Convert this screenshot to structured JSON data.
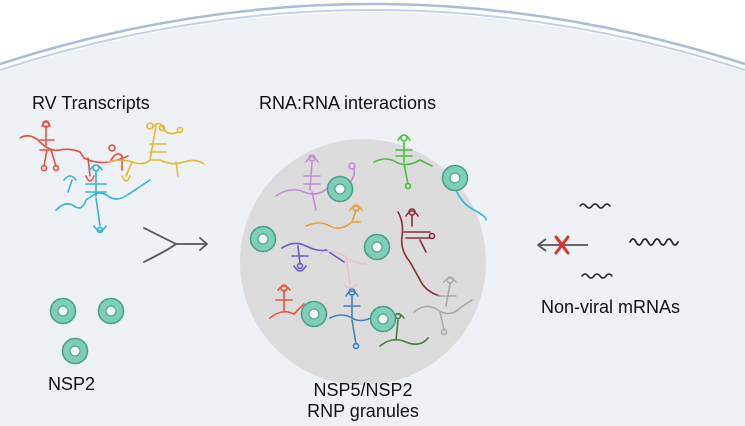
{
  "labels": {
    "rv_transcripts": "RV Transcripts",
    "rna_interactions": "RNA:RNA interactions",
    "nsp2": "NSP2",
    "granules_line1": "NSP5/NSP2",
    "granules_line2": "RNP granules",
    "non_viral": "Non-viral mRNAs"
  },
  "colors": {
    "cell_fill": "#eef1f6",
    "membrane": "#a9bcd8",
    "granule": "#dcdcdc",
    "nsp2_fill": "#7fcfb8",
    "nsp2_stroke": "#4aa58c",
    "arrow": "#555555",
    "block_x": "#d9352b"
  },
  "icons": {
    "merge_arrow": "merge-arrow-icon",
    "blocked_arrow": "blocked-arrow-icon",
    "nsp2_octamer": "nsp2-octamer-icon",
    "rna_transcript": "rna-transcript-icon",
    "mrna_wave": "mrna-wave-icon"
  }
}
